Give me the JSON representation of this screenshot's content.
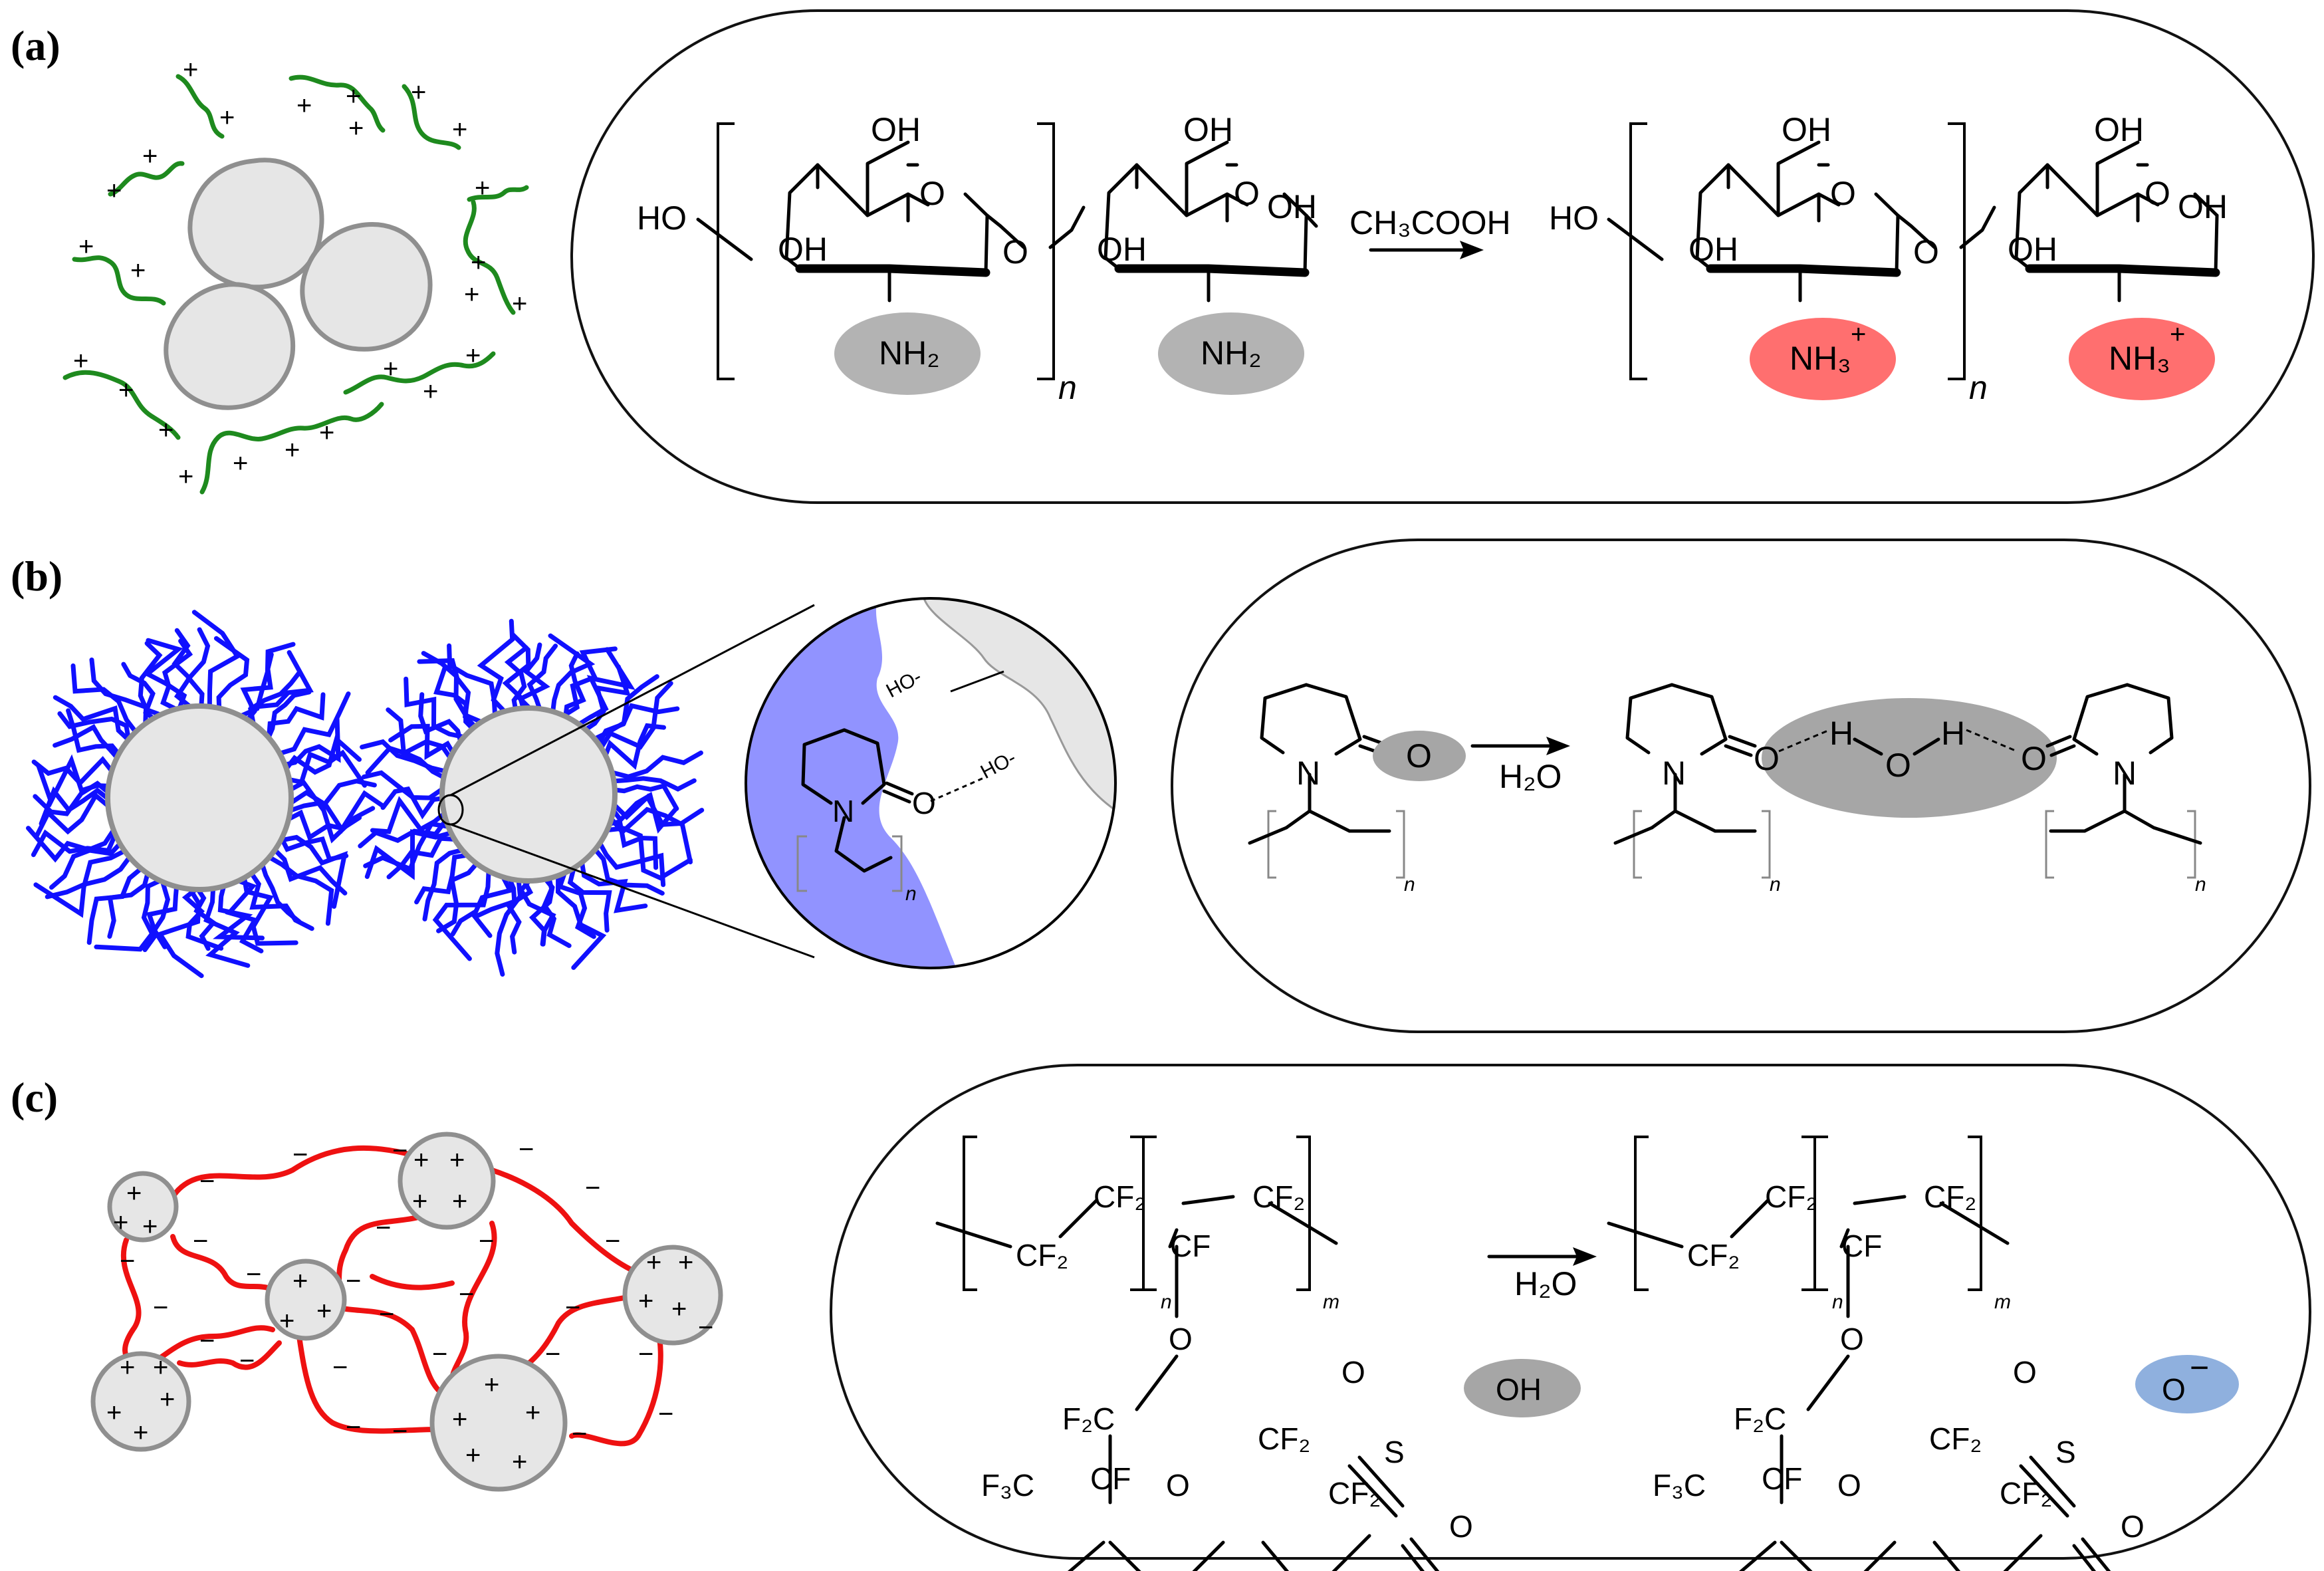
{
  "labels": {
    "a": "(a)",
    "b": "(b)",
    "c": "(c)"
  },
  "colors": {
    "chitosan_chain": "#1e8a1e",
    "pvp_chain": "#1010ff",
    "nafion_chain": "#ee1111",
    "amine_highlight": "#a6a6a6",
    "ammonium_highlight": "#ff6f6f",
    "sulfonate_highlight": "#8fb0de",
    "pvp_zoom_fill": "#9193ff"
  },
  "panel_a": {
    "reagent": "CH₃COOH",
    "oh": "OH",
    "ho": "HO",
    "o": "O",
    "nh2": "NH₂",
    "nh3": "NH₃",
    "plus": "+",
    "n": "n"
  },
  "panel_b": {
    "reagent": "H₂O",
    "o": "O",
    "n_atom": "N",
    "h": "H",
    "ho_surface": "HO-",
    "n": "n"
  },
  "panel_c": {
    "reagent": "H₂O",
    "cf2": "CF₂",
    "cf": "CF",
    "cf3": "F₃C",
    "f2c": "F₂C",
    "o": "O",
    "s": "S",
    "oh": "OH",
    "o_minus": "O",
    "minus": "−",
    "n": "n",
    "m": "m"
  }
}
